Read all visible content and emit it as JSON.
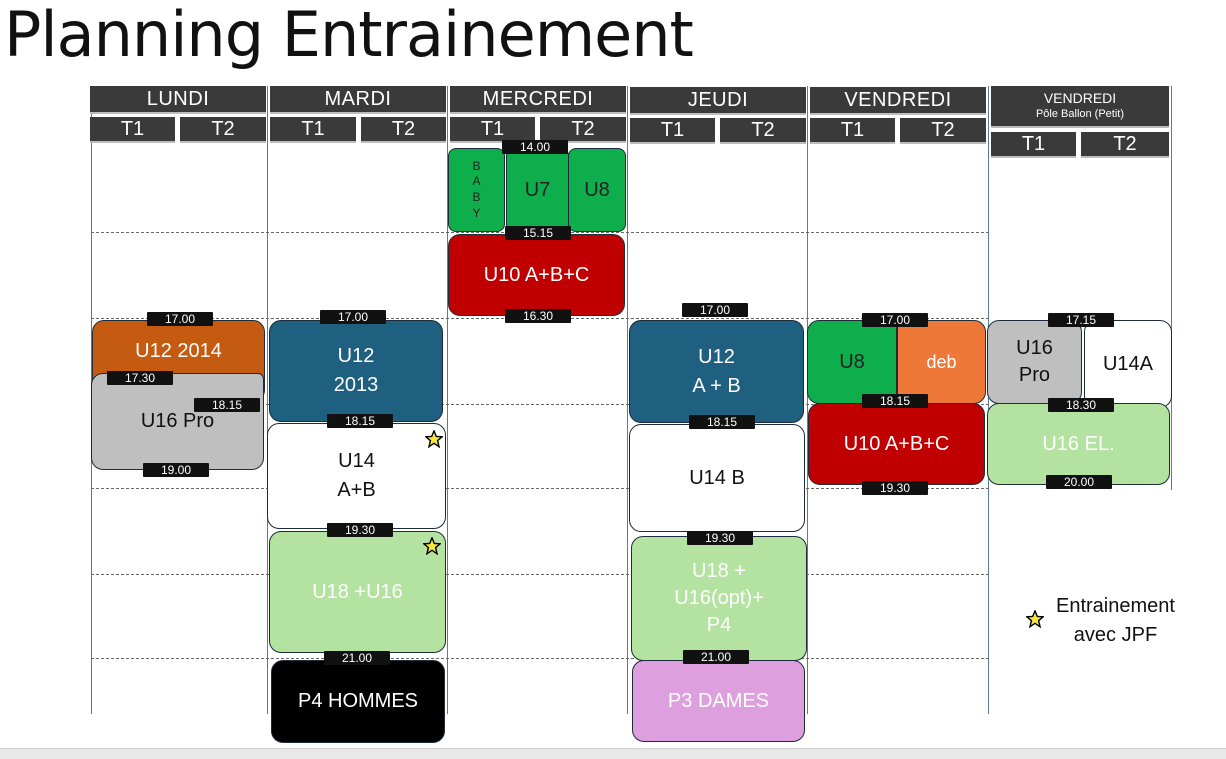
{
  "title": "Planning Entrainement",
  "days": [
    {
      "label": "LUNDI",
      "slots": [
        "T1",
        "T2"
      ]
    },
    {
      "label": "MARDI",
      "slots": [
        "T1",
        "T2"
      ]
    },
    {
      "label": "MERCREDI",
      "slots": [
        "T1",
        "T2"
      ]
    },
    {
      "label": "JEUDI",
      "slots": [
        "T1",
        "T2"
      ]
    },
    {
      "label": "VENDREDI",
      "slots": [
        "T1",
        "T2"
      ]
    },
    {
      "label": "VENDREDI",
      "sublabel": "Pôle Ballon (Petit)",
      "slots": [
        "T1",
        "T2"
      ]
    }
  ],
  "colors": {
    "header": "#3a3a3a",
    "green": "#0fae4c",
    "red": "#c00000",
    "orange_dark": "#c55a11",
    "orange": "#ee7837",
    "blue": "#1f5f7f",
    "grey": "#bfbfbf",
    "light_green": "#b4e2a1",
    "white": "#ffffff",
    "black": "#000000",
    "pink": "#dd9fde"
  },
  "sessions": {
    "baby": {
      "label": "B\nA\nB\nY"
    },
    "u7": {
      "label": "U7"
    },
    "u8_wed": {
      "label": "U8"
    },
    "u10_wed": {
      "label": "U10 A+B+C"
    },
    "u12_2014": {
      "label": "U12 2014"
    },
    "u16pro_mon": {
      "label": "U16 Pro"
    },
    "u12_2013": {
      "label": "U12\n2013"
    },
    "u14ab": {
      "label": "U14\nA+B"
    },
    "u18u16": {
      "label": "U18 +U16"
    },
    "p4hommes": {
      "label": "P4 HOMMES"
    },
    "u12ab": {
      "label": "U12\nA + B"
    },
    "u14b": {
      "label": "U14 B"
    },
    "u18opt": {
      "label": "U18 +\nU16(opt)+\nP4"
    },
    "p3dames": {
      "label": "P3 DAMES"
    },
    "u8_fri": {
      "label": "U8"
    },
    "deb": {
      "label": "deb"
    },
    "u10_fri": {
      "label": "U10 A+B+C"
    },
    "u16pro_pole": {
      "label": "U16\nPro"
    },
    "u14a": {
      "label": "U14A"
    },
    "u16el": {
      "label": "U16 EL."
    }
  },
  "times": {
    "mon_1700": "17.00",
    "mon_1730": "17.30",
    "mon_1815": "18.15",
    "mon_1900": "19.00",
    "tue_1700": "17.00",
    "tue_1815": "18.15",
    "tue_1930": "19.30",
    "tue_2100": "21.00",
    "wed_1400": "14.00",
    "wed_1515": "15.15",
    "wed_1630": "16.30",
    "thu_1700": "17.00",
    "thu_1815": "18.15",
    "thu_1930": "19.30",
    "thu_2100": "21.00",
    "fri_1700": "17.00",
    "fri_1815": "18.15",
    "fri_1930": "19.30",
    "pole_1715": "17.15",
    "pole_1830": "18.30",
    "pole_2000": "20.00"
  },
  "legend": {
    "text": "Entrainement\navec JPF",
    "icon": "star-icon"
  }
}
